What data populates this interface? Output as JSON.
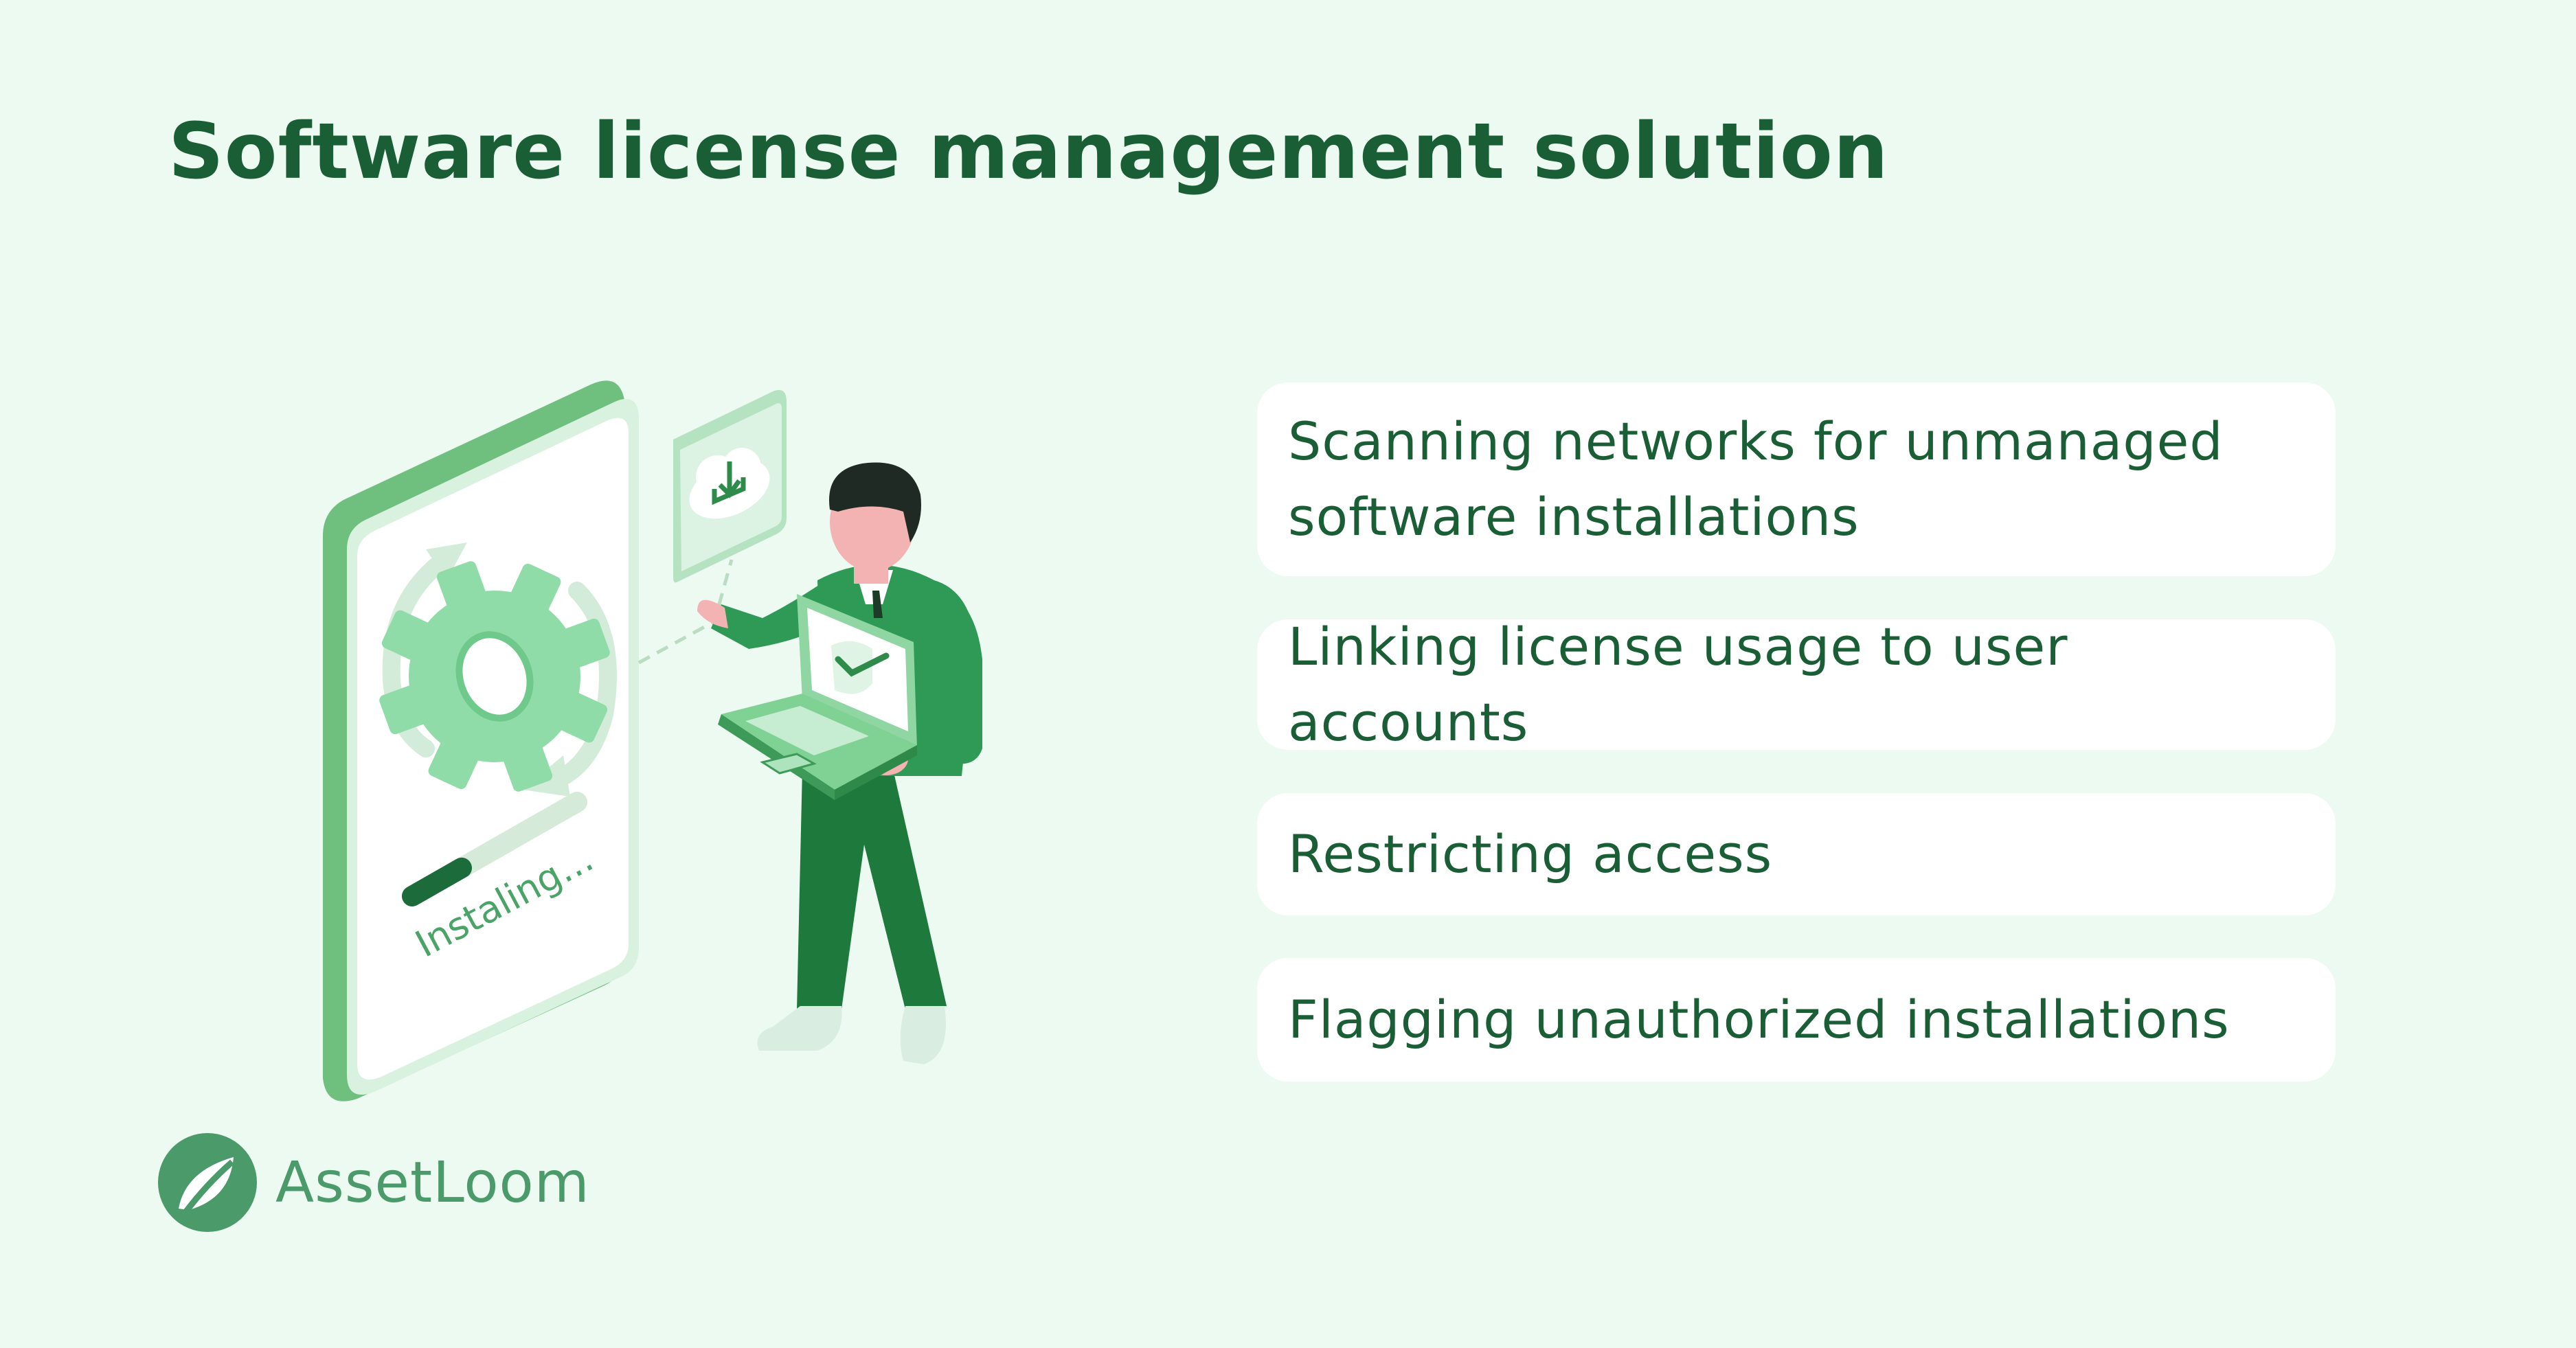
{
  "header": {
    "title": "Software license management solution"
  },
  "illustration": {
    "progress_label": "Instaling...",
    "progress_fraction": 0.3,
    "icons": [
      "gear-icon",
      "refresh-arrows-icon",
      "cloud-download-icon",
      "checkmark-icon",
      "laptop-icon"
    ]
  },
  "features": [
    {
      "lines": [
        "Scanning networks for unmanaged",
        "software installations"
      ]
    },
    {
      "lines": [
        "Linking license usage to user accounts"
      ]
    },
    {
      "lines": [
        "Restricting access"
      ]
    },
    {
      "lines": [
        "Flagging unauthorized installations"
      ]
    }
  ],
  "brand": {
    "name": "AssetLoom",
    "icon": "leaf-logo-icon"
  },
  "colors": {
    "background": "#edfaf2",
    "title": "#1a5e35",
    "accent": "#2e8b4a",
    "light_green": "#8fdca8",
    "card": "#ffffff",
    "brand": "#4a9a6a"
  }
}
